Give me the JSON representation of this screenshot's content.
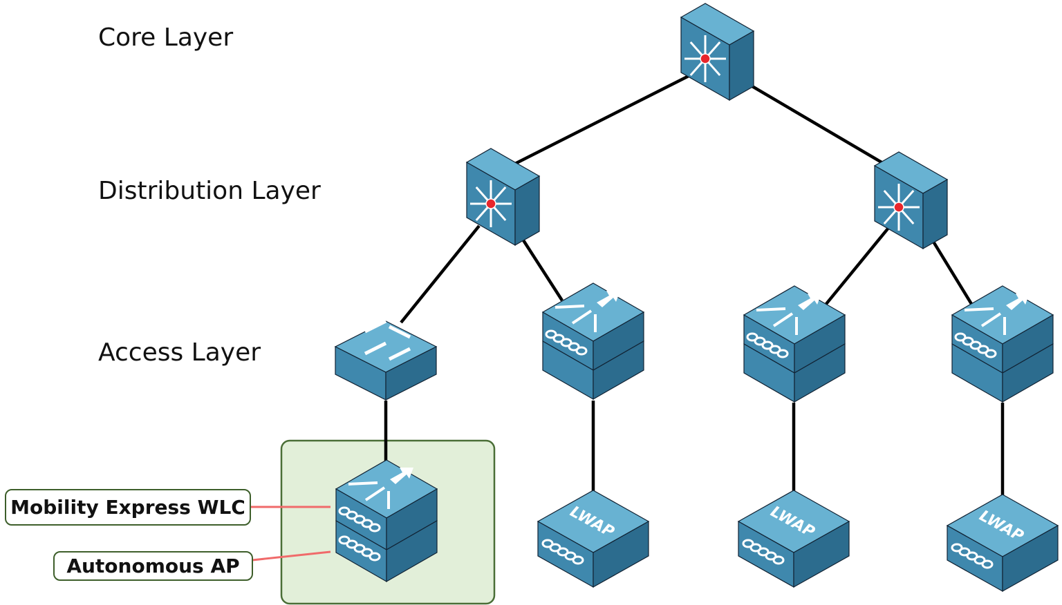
{
  "layers": {
    "core": "Core Layer",
    "distribution": "Distribution Layer",
    "access": "Access Layer"
  },
  "callouts": {
    "wlc": "Mobility Express WLC",
    "ap": "Autonomous AP"
  },
  "devices": [
    {
      "id": "core-switch",
      "type": "multilayer-switch"
    },
    {
      "id": "distribution-switch-left",
      "type": "multilayer-switch"
    },
    {
      "id": "distribution-switch-right",
      "type": "multilayer-switch"
    },
    {
      "id": "access-switch",
      "type": "layer2-switch"
    },
    {
      "id": "wlc-1",
      "type": "wireless-controller"
    },
    {
      "id": "wlc-2",
      "type": "wireless-controller"
    },
    {
      "id": "wlc-3",
      "type": "wireless-controller"
    },
    {
      "id": "mobility-express-ap",
      "type": "wireless-controller"
    },
    {
      "id": "lwap-1",
      "type": "lightweight-ap",
      "label": "LWAP"
    },
    {
      "id": "lwap-2",
      "type": "lightweight-ap",
      "label": "LWAP"
    },
    {
      "id": "lwap-3",
      "type": "lightweight-ap",
      "label": "LWAP"
    }
  ],
  "colors": {
    "device_top": "#68b2d2",
    "device_front": "#3f88ad",
    "device_side": "#2c6c8e",
    "link": "#000000",
    "highlight_fill": "#e2efd9",
    "highlight_border": "#4a6e36",
    "callout_line": "#f06a6a",
    "si_badge": "#e8262c"
  }
}
